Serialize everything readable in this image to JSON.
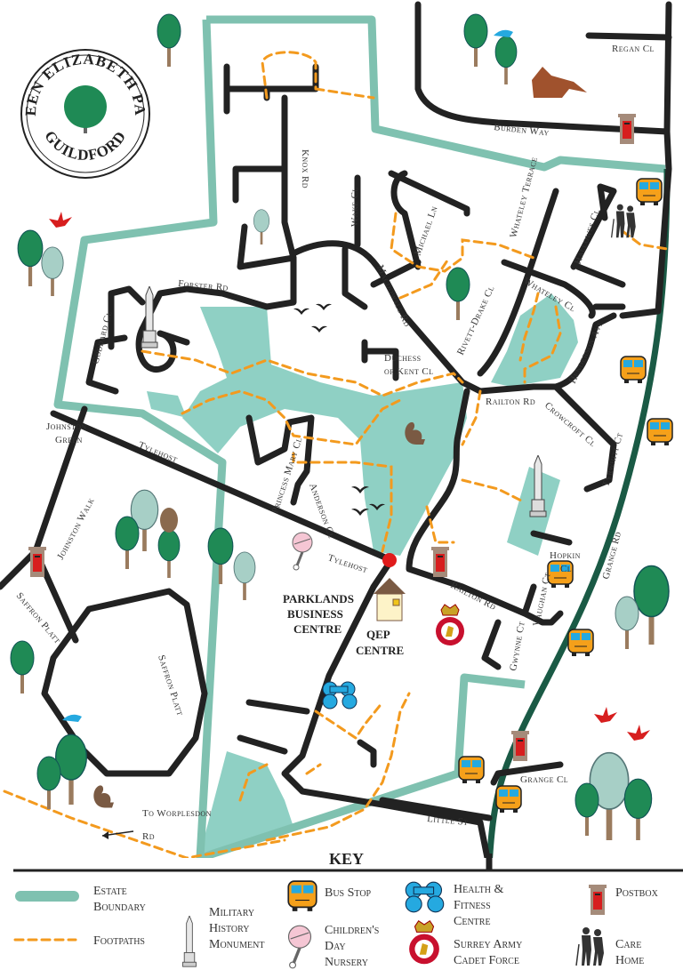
{
  "logo": {
    "top": "QUEEN ELIZABETH PARK",
    "bottom": "GUILDFORD"
  },
  "streets": {
    "regan_cl": "Regan Cl",
    "burden_way": "Burden Way",
    "knox_rd": "Knox Rd",
    "wake_cl": "Wake Cl",
    "michael_ln": "Michael Ln",
    "macdowall_rd": "Macdowall Rd",
    "whateley_terrace_1": "Whateley",
    "whateley_terrace_2": "Terrace",
    "rivett_drake_cl": "Rivett-Drake Cl",
    "whateley_cl": "Whateley Cl",
    "hallowes_cl": "Hallowes Cl",
    "henderson_ave": "Henderson Ave",
    "forster_rd": "Forster Rd",
    "goddard_cl": "Goddard Cl",
    "duchess_1": "Duchess",
    "duchess_2": "of Kent Cl",
    "railton_rd_1": "Railton Rd",
    "crowcroft_1": "Crowcroft",
    "crowcroft_2": "Cl",
    "tyrwhitt_ct": "Tyrwhitt Ct",
    "johnston_green_1": "Johnston",
    "johnston_green_2": "Green",
    "tylehost_1": "Tylehost",
    "princess_1": "Princess",
    "princess_2": "Mary Cl",
    "anderson_cl": "Anderson Cl",
    "tylehost_2": "Tylehost",
    "hopkin_1": "Hopkin",
    "hopkin_2": "Cl",
    "grange_rd": "Grange Rd",
    "railton_rd_2": "Railton Rd",
    "vaughan_ct": "Vaughan Ct",
    "gwynne_ct": "Gwynne Ct",
    "johnston_walk": "Johnston Walk",
    "saffron_platt_1": "Saffron Platt",
    "saffron_platt_2": "Saffron Platt",
    "grange_cl": "Grange Cl",
    "little_st": "Little St",
    "to_1": "To Worplesdon",
    "to_2": "Rd"
  },
  "places": {
    "parklands_1": "PARKLANDS",
    "parklands_2": "BUSINESS",
    "parklands_3": "CENTRE",
    "qep_1": "QEP",
    "qep_2": "CENTRE"
  },
  "key": {
    "title": "KEY",
    "items": [
      {
        "icon": "estate-boundary-line",
        "line1": "Estate",
        "line2": "Boundary"
      },
      {
        "icon": "footpath-dashed-line",
        "line1": "Footpaths",
        "line2": ""
      },
      {
        "icon": "monument-icon",
        "line1": "Military",
        "line2": "History",
        "line3": "Monument"
      },
      {
        "icon": "bus-icon",
        "line1": "Bus Stop"
      },
      {
        "icon": "rattle-icon",
        "line1": "Children's",
        "line2": "Day",
        "line3": "Nursery"
      },
      {
        "icon": "dumbbell-icon",
        "line1": "Health &",
        "line2": "Fitness",
        "line3": "Centre"
      },
      {
        "icon": "cadet-badge-icon",
        "line1": "Surrey Army",
        "line2": "Cadet Force"
      },
      {
        "icon": "postbox-icon",
        "line1": "Postbox"
      },
      {
        "icon": "care-home-icon",
        "line1": "Care",
        "line2": "Home"
      }
    ]
  },
  "colors": {
    "boundary": "#7fc1b0",
    "grange_rd": "#1a5a45",
    "park": "#8fd0c4",
    "footpath": "#f39a1e",
    "bus": "#f5a01a",
    "postbox": "#d71e1e"
  }
}
